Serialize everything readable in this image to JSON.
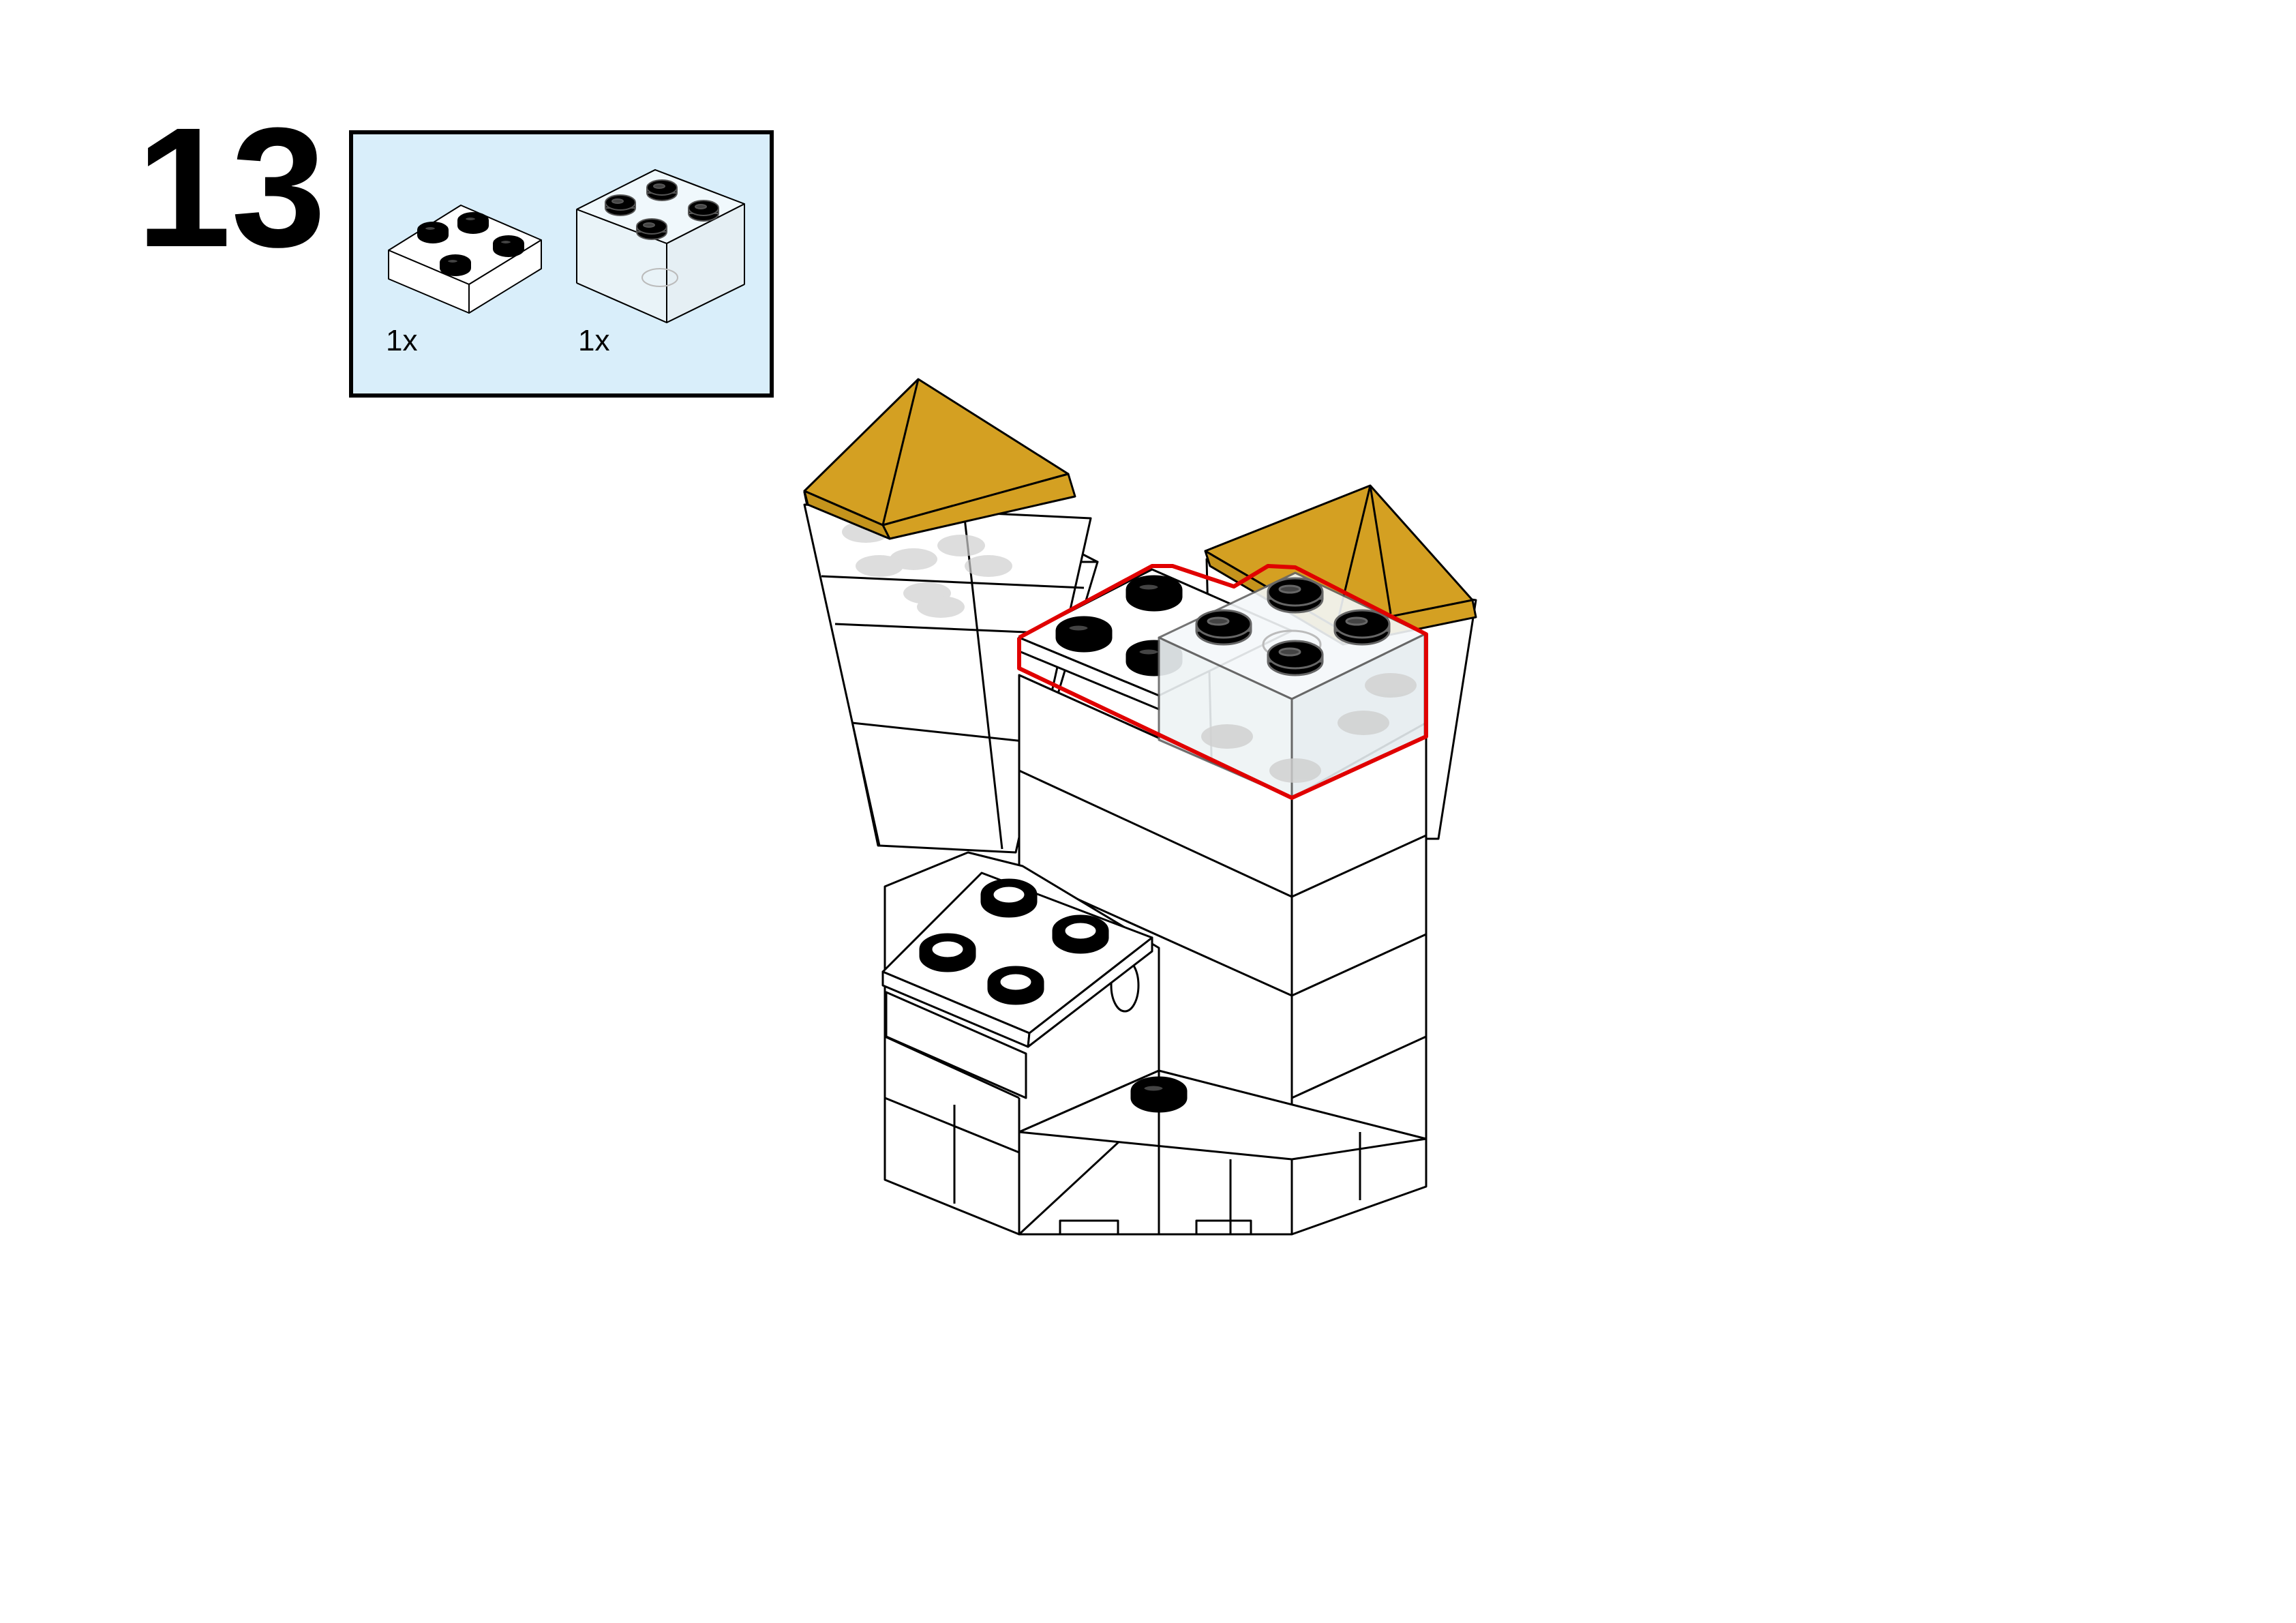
{
  "step": {
    "number": "13"
  },
  "parts_list": {
    "background_color": "#d9eefa",
    "parts": [
      {
        "name": "plate-2x2-white",
        "quantity": "1x"
      },
      {
        "name": "brick-2x2-transparent-clear",
        "quantity": "1x"
      }
    ]
  },
  "model": {
    "roof_color": "#d4a022",
    "highlight_color": "#e00000"
  }
}
